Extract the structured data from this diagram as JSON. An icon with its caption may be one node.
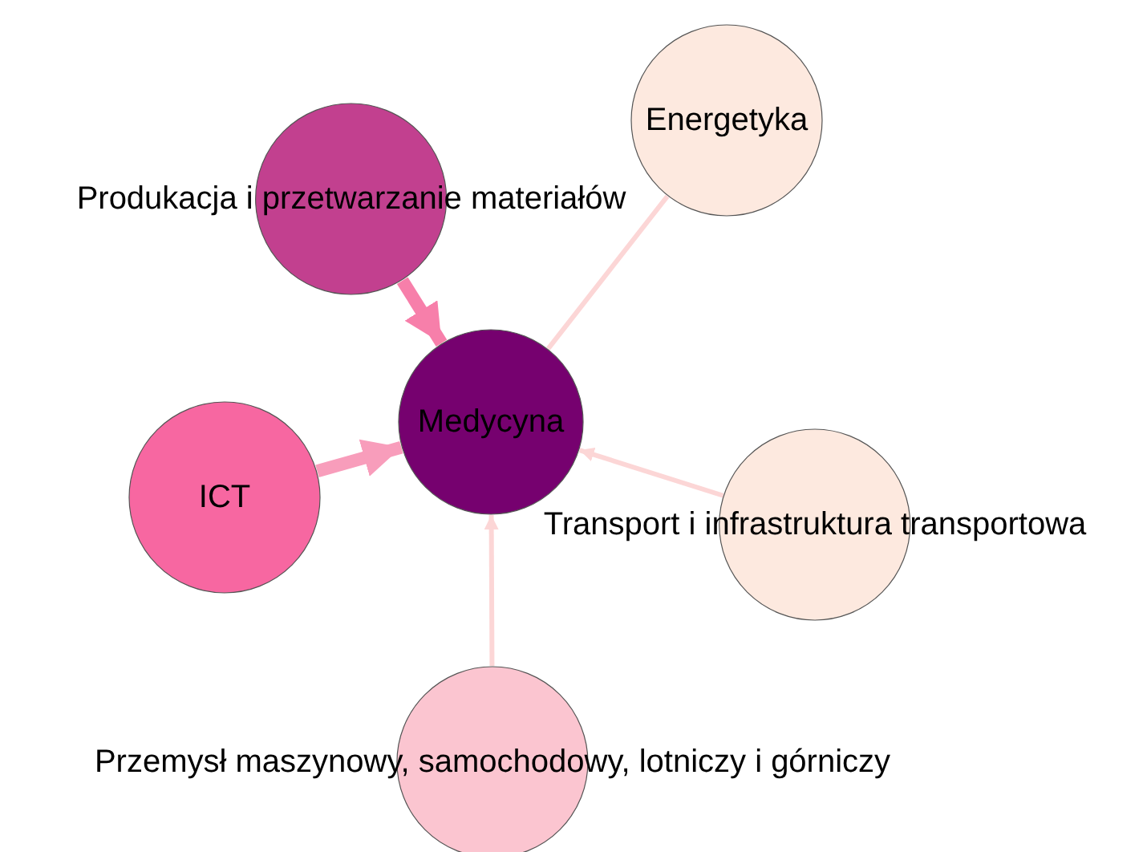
{
  "diagram": {
    "nodes": [
      {
        "text": [
          "Energetyka"
        ]
      },
      {
        "text": [
          "Produkacja i przetwarzanie materiałów"
        ]
      },
      {
        "text": [
          "Medycyna"
        ]
      },
      {
        "text": [
          "ICT"
        ]
      },
      {
        "text": [
          "Transport i infrastruktura transportowa"
        ]
      },
      {
        "text": [
          "Przemysł maszynowy, samochodowy, lotniczy i górniczy"
        ]
      }
    ],
    "edges": [
      {
        "from": 0,
        "to": 2,
        "arrow": "none"
      },
      {
        "from": 1,
        "to": 2,
        "arrow": "to",
        "style": "thick",
        "color": "#f77faa"
      },
      {
        "from": 3,
        "to": 2,
        "arrow": "to",
        "style": "thick",
        "color": "#f89dbb"
      },
      {
        "from": 4,
        "to": 2,
        "arrow": "to"
      },
      {
        "from": 5,
        "to": 2,
        "arrow": "to"
      }
    ]
  }
}
